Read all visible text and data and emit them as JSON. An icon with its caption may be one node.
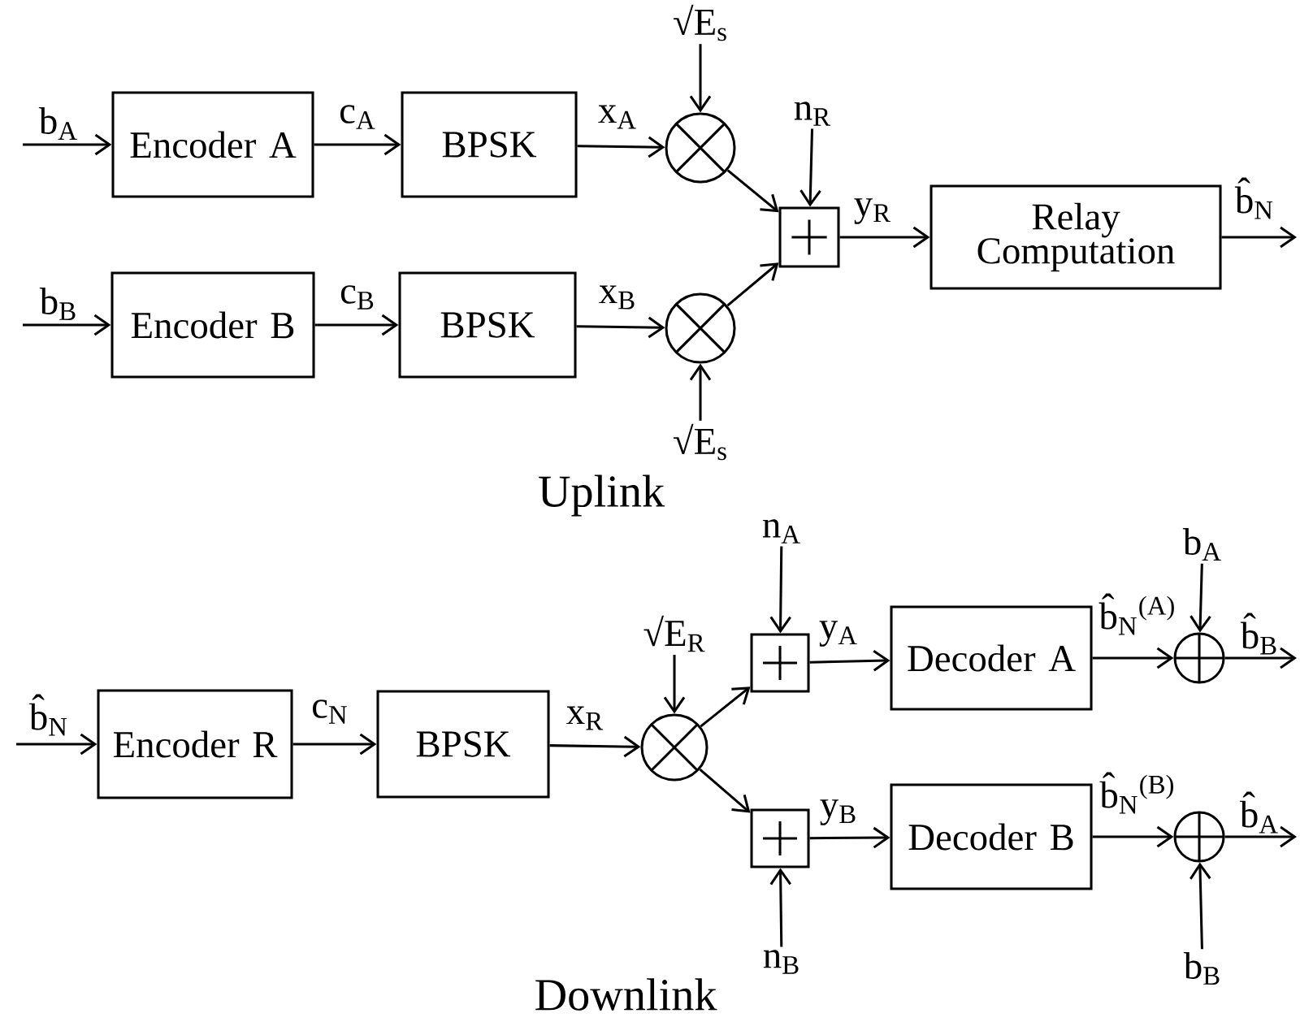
{
  "diagram": {
    "nodes": [
      {
        "text": [
          "√E$_{s}$"
        ]
      },
      {
        "text": [
          "Encoder A"
        ]
      },
      {
        "text": [
          "BPSK"
        ]
      },
      {
        "text": [],
        "shape": "circle"
      },
      {
        "text": [
          "n$_{R}$"
        ]
      },
      {
        "text": [],
        "shape": "box"
      },
      {
        "text": [
          "Relay Computation"
        ]
      },
      {
        "text": [
          "Encoder B"
        ]
      },
      {
        "text": [
          "BPSK"
        ]
      },
      {
        "text": [],
        "shape": "circle"
      },
      {
        "text": [
          "√E$_{s}$"
        ]
      },
      {
        "text": [
          "n$_{A}$"
        ]
      },
      {
        "text": [
          "b$_{A}$"
        ]
      },
      {
        "text": [
          "√E$_{R}$"
        ]
      },
      {
        "text": [
          "Encoder R"
        ]
      },
      {
        "text": [
          "BPSK"
        ]
      },
      {
        "text": [],
        "shape": "circle"
      },
      {
        "text": [],
        "shape": "box"
      },
      {
        "text": [
          "Decoder A"
        ]
      },
      {
        "text": [],
        "shape": "circle"
      },
      {
        "text": [],
        "shape": "box"
      },
      {
        "text": [
          "Decoder B"
        ]
      },
      {
        "text": [],
        "shape": "circle"
      },
      {
        "text": [
          "n$_{B}$"
        ]
      },
      {
        "text": [
          "b$_{B}$"
        ]
      }
    ],
    "edges": [
      {
        "from": null,
        "to": 1,
        "arrow": "to",
        "label": "b$_{A}$"
      },
      {
        "from": 1,
        "to": 2,
        "arrow": "to",
        "label": "c$_{A}$"
      },
      {
        "from": 2,
        "to": 3,
        "arrow": "to",
        "label": "x$_{A}$"
      },
      {
        "from": 0,
        "to": 3,
        "arrow": "to"
      },
      {
        "from": 3,
        "to": 5,
        "arrow": "to"
      },
      {
        "from": 4,
        "to": 5,
        "arrow": "to"
      },
      {
        "from": 9,
        "to": 5,
        "arrow": "to"
      },
      {
        "from": 5,
        "to": 6,
        "arrow": "to",
        "label": "y$_{R}$"
      },
      {
        "from": 6,
        "to": null,
        "arrow": "to",
        "label": "b̂$_{N}$"
      },
      {
        "from": null,
        "to": 7,
        "arrow": "to",
        "label": "b$_{B}$"
      },
      {
        "from": 7,
        "to": 8,
        "arrow": "to",
        "label": "c$_{B}$"
      },
      {
        "from": 8,
        "to": 9,
        "arrow": "to",
        "label": "x$_{B}$"
      },
      {
        "from": 10,
        "to": 9,
        "arrow": "to"
      },
      {
        "from": null,
        "to": 14,
        "arrow": "to",
        "label": "b̂$_{N}$"
      },
      {
        "from": 14,
        "to": 15,
        "arrow": "to",
        "label": "c$_{N}$"
      },
      {
        "from": 15,
        "to": 16,
        "arrow": "to",
        "label": "x$_{R}$"
      },
      {
        "from": 13,
        "to": 16,
        "arrow": "to"
      },
      {
        "from": 16,
        "to": 17,
        "arrow": "to"
      },
      {
        "from": 16,
        "to": 20,
        "arrow": "to"
      },
      {
        "from": 11,
        "to": 17,
        "arrow": "to"
      },
      {
        "from": 23,
        "to": 20,
        "arrow": "to"
      },
      {
        "from": 17,
        "to": 18,
        "arrow": "to",
        "label": "y$_{A}$"
      },
      {
        "from": 18,
        "to": 19,
        "arrow": "to",
        "label": "b̂$_{N}$$^{(A)}$"
      },
      {
        "from": 12,
        "to": 19,
        "arrow": "to"
      },
      {
        "from": 19,
        "to": null,
        "arrow": "to",
        "label": "b̂$_{B}$"
      },
      {
        "from": 20,
        "to": 21,
        "arrow": "to",
        "label": "y$_{B}$"
      },
      {
        "from": 21,
        "to": 22,
        "arrow": "to",
        "label": "b̂$_{N}$$^{(B)}$"
      },
      {
        "from": 24,
        "to": 22,
        "arrow": "to"
      },
      {
        "from": 22,
        "to": null,
        "arrow": "to",
        "label": "b̂$_{A}$"
      }
    ],
    "labels": [
      "Uplink",
      "Downlink"
    ]
  }
}
